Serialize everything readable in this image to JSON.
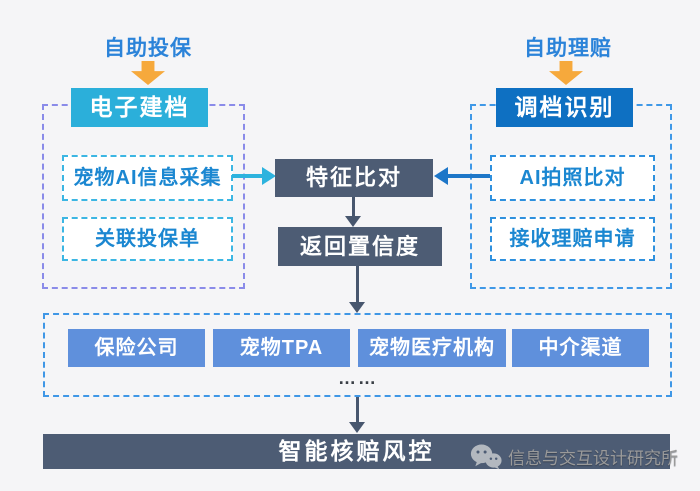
{
  "left_flow": {
    "entry_label": "自助投保",
    "header": "电子建档",
    "items": [
      "宠物AI信息采集",
      "关联投保单"
    ]
  },
  "right_flow": {
    "entry_label": "自助理赔",
    "header": "调档识别",
    "items": [
      "AI拍照比对",
      "接收理赔申请"
    ]
  },
  "center_flow": {
    "feature_compare": "特征比对",
    "return_confidence": "返回置信度"
  },
  "channels": {
    "items": [
      "保险公司",
      "宠物TPA",
      "宠物医疗机构",
      "中介渠道"
    ],
    "ellipsis": "……"
  },
  "footer": {
    "risk_control": "智能核赔风控",
    "watermark": "信息与交互设计研究所"
  },
  "colors": {
    "background": "#f5f5f7",
    "entry_text_blue": "#2b83d9",
    "orange_arrow": "#f6a93c",
    "ezfile_cyan": "#2bafda",
    "retrieval_blue": "#0e70c2",
    "dark_slate": "#4d5c74",
    "channel_blue": "#5f90dc",
    "left_container_dash": "#8a8be9",
    "right_container_dash": "#3f98e7",
    "inner_left_dash": "#3cb6e3",
    "inner_right_dash": "#2e90de",
    "inner_text_blue": "#1b87d1",
    "cyan_arrow": "#2db3de",
    "blue_arrow": "#1d76c8",
    "watermark_gray": "#9a9a9a"
  }
}
